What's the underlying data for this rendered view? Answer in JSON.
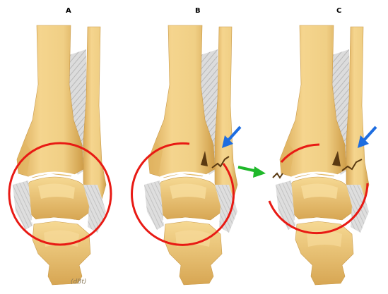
{
  "panels": [
    {
      "label": "A"
    },
    {
      "label": "B"
    },
    {
      "label": "C"
    }
  ],
  "signature": "(dBt)",
  "colors": {
    "bone": "#f0cf85",
    "bone_shade": "#d9ab55",
    "ligament": "#d6d6d6",
    "ring": "#e81a14",
    "arrow_blue": "#1e6de0",
    "arrow_green": "#1fb82a",
    "fracture": "#5a3a12"
  }
}
